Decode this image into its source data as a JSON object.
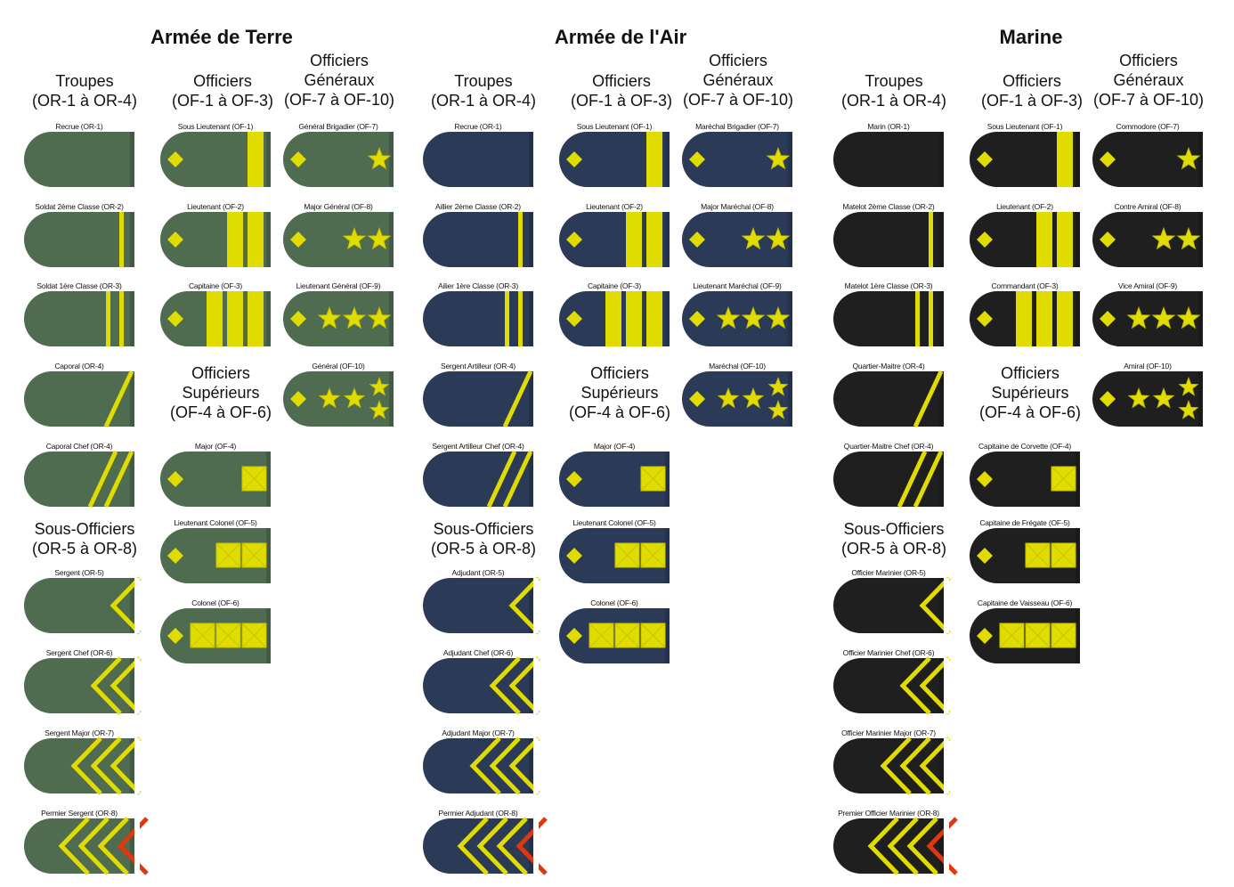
{
  "colors": {
    "army": "#4f6b50",
    "air": "#2b3a57",
    "navy": "#1f1f1f",
    "gold": "#e0dc00",
    "red": "#e2360e"
  },
  "headings": {
    "troupes": "Troupes|(OR-1 à OR-4)",
    "officiers": "Officiers|(OF-1 à OF-3)",
    "generaux": "Officiers|Généraux|(OF-7 à OF-10)",
    "sous_officiers": "Sous-Officiers|(OR-5 à OR-8)",
    "superieurs": "Officiers|Supérieurs|(OF-4 à OF-6)"
  },
  "branches": [
    {
      "key": "army",
      "title": "Armée de Terre",
      "troupes": [
        {
          "label": "Recrue (OR-1)",
          "insignia": "stripes",
          "count": 0
        },
        {
          "label": "Soldat 2ème Classe (OR-2)",
          "insignia": "stripes",
          "count": 1
        },
        {
          "label": "Soldat 1ère Classe (OR-3)",
          "insignia": "stripes",
          "count": 2
        },
        {
          "label": "Caporal (OR-4)",
          "insignia": "diagonal",
          "count": 1
        },
        {
          "label": "Caporal Chef (OR-4)",
          "insignia": "diagonal",
          "count": 2
        }
      ],
      "sous_officiers": [
        {
          "label": "Sergent (OR-5)",
          "insignia": "chevrons",
          "count": 1
        },
        {
          "label": "Sergent Chef (OR-6)",
          "insignia": "chevrons",
          "count": 2
        },
        {
          "label": "Sergent Major (OR-7)",
          "insignia": "chevrons",
          "count": 3
        },
        {
          "label": "Permier Sergent (OR-8)",
          "insignia": "chevrons-red",
          "count": 4
        }
      ],
      "officiers": [
        {
          "label": "Sous Lieutenant (OF-1)",
          "insignia": "bars",
          "count": 1
        },
        {
          "label": "Lieutenant (OF-2)",
          "insignia": "bars",
          "count": 2
        },
        {
          "label": "Capitaine (OF-3)",
          "insignia": "bars",
          "count": 3
        }
      ],
      "superieurs": [
        {
          "label": "Major (OF-4)",
          "insignia": "squares",
          "count": 1
        },
        {
          "label": "Lieutenant Colonel (OF-5)",
          "insignia": "squares",
          "count": 2
        },
        {
          "label": "Colonel (OF-6)",
          "insignia": "squares",
          "count": 3
        }
      ],
      "generaux": [
        {
          "label": "Général Brigadier (OF-7)",
          "insignia": "stars",
          "count": 1
        },
        {
          "label": "Major Général (OF-8)",
          "insignia": "stars",
          "count": 2
        },
        {
          "label": "Lieutenant Général (OF-9)",
          "insignia": "stars",
          "count": 3
        },
        {
          "label": "Général (OF-10)",
          "insignia": "stars",
          "count": 4
        }
      ]
    },
    {
      "key": "air",
      "title": "Armée de l'Air",
      "troupes": [
        {
          "label": "Recrue (OR-1)",
          "insignia": "stripes",
          "count": 0
        },
        {
          "label": "Aillier 2ème Classe (OR-2)",
          "insignia": "stripes",
          "count": 1
        },
        {
          "label": "Ailier 1ère Classe (OR-3)",
          "insignia": "stripes",
          "count": 2
        },
        {
          "label": "Sergent Artilleur (OR-4)",
          "insignia": "diagonal",
          "count": 1
        },
        {
          "label": "Sergent Artilleur Chef (OR-4)",
          "insignia": "diagonal",
          "count": 2
        }
      ],
      "sous_officiers": [
        {
          "label": "Adjudant (OR-5)",
          "insignia": "chevrons",
          "count": 1
        },
        {
          "label": "Adjudant Chef (OR-6)",
          "insignia": "chevrons",
          "count": 2
        },
        {
          "label": "Adjudant Major (OR-7)",
          "insignia": "chevrons",
          "count": 3
        },
        {
          "label": "Permier Adjudant (OR-8)",
          "insignia": "chevrons-red",
          "count": 4
        }
      ],
      "officiers": [
        {
          "label": "Sous Lieutenant (OF-1)",
          "insignia": "bars",
          "count": 1
        },
        {
          "label": "Lieutenant (OF-2)",
          "insignia": "bars",
          "count": 2
        },
        {
          "label": "Capitaine (OF-3)",
          "insignia": "bars",
          "count": 3
        }
      ],
      "superieurs": [
        {
          "label": "Major (OF-4)",
          "insignia": "squares",
          "count": 1
        },
        {
          "label": "Lieutenant Colonel (OF-5)",
          "insignia": "squares",
          "count": 2
        },
        {
          "label": "Colonel (OF-6)",
          "insignia": "squares",
          "count": 3
        }
      ],
      "generaux": [
        {
          "label": "Maréchal Brigadier (OF-7)",
          "insignia": "stars",
          "count": 1
        },
        {
          "label": "Major Maréchal (OF-8)",
          "insignia": "stars",
          "count": 2
        },
        {
          "label": "Lieutenant Maréchal (OF-9)",
          "insignia": "stars",
          "count": 3
        },
        {
          "label": "Maréchal (OF-10)",
          "insignia": "stars",
          "count": 4
        }
      ]
    },
    {
      "key": "navy",
      "title": "Marine",
      "troupes": [
        {
          "label": "Marin (OR-1)",
          "insignia": "stripes",
          "count": 0
        },
        {
          "label": "Matelot 2ème Classe (OR-2)",
          "insignia": "stripes",
          "count": 1
        },
        {
          "label": "Matelot 1ère Classe (OR-3)",
          "insignia": "stripes",
          "count": 2
        },
        {
          "label": "Quartier-Maitre (OR-4)",
          "insignia": "diagonal",
          "count": 1
        },
        {
          "label": "Quartier-Maitre Chef (OR-4)",
          "insignia": "diagonal",
          "count": 2
        }
      ],
      "sous_officiers": [
        {
          "label": "Officier Marinier (OR-5)",
          "insignia": "chevrons",
          "count": 1
        },
        {
          "label": "Officier Marinier Chef (OR-6)",
          "insignia": "chevrons",
          "count": 2
        },
        {
          "label": "Officier Marinier Major (OR-7)",
          "insignia": "chevrons",
          "count": 3
        },
        {
          "label": "Premier Officier Marinier (OR-8)",
          "insignia": "chevrons-red",
          "count": 4
        }
      ],
      "officiers": [
        {
          "label": "Sous Lieutenant (OF-1)",
          "insignia": "bars",
          "count": 1
        },
        {
          "label": "Lieutenant (OF-2)",
          "insignia": "bars",
          "count": 2
        },
        {
          "label": "Commandant (OF-3)",
          "insignia": "bars",
          "count": 3
        }
      ],
      "superieurs": [
        {
          "label": "Capitaine de Corvette (OF-4)",
          "insignia": "squares",
          "count": 1
        },
        {
          "label": "Capitaine de Frégate (OF-5)",
          "insignia": "squares",
          "count": 2
        },
        {
          "label": "Capitaine de Vaisseau (OF-6)",
          "insignia": "squares",
          "count": 3
        }
      ],
      "generaux": [
        {
          "label": "Commodore (OF-7)",
          "insignia": "stars",
          "count": 1
        },
        {
          "label": "Contre Amiral (OF-8)",
          "insignia": "stars",
          "count": 2
        },
        {
          "label": "Vice Amiral (OF-9)",
          "insignia": "stars",
          "count": 3
        },
        {
          "label": "Amiral (OF-10)",
          "insignia": "stars",
          "count": 4
        }
      ]
    }
  ]
}
